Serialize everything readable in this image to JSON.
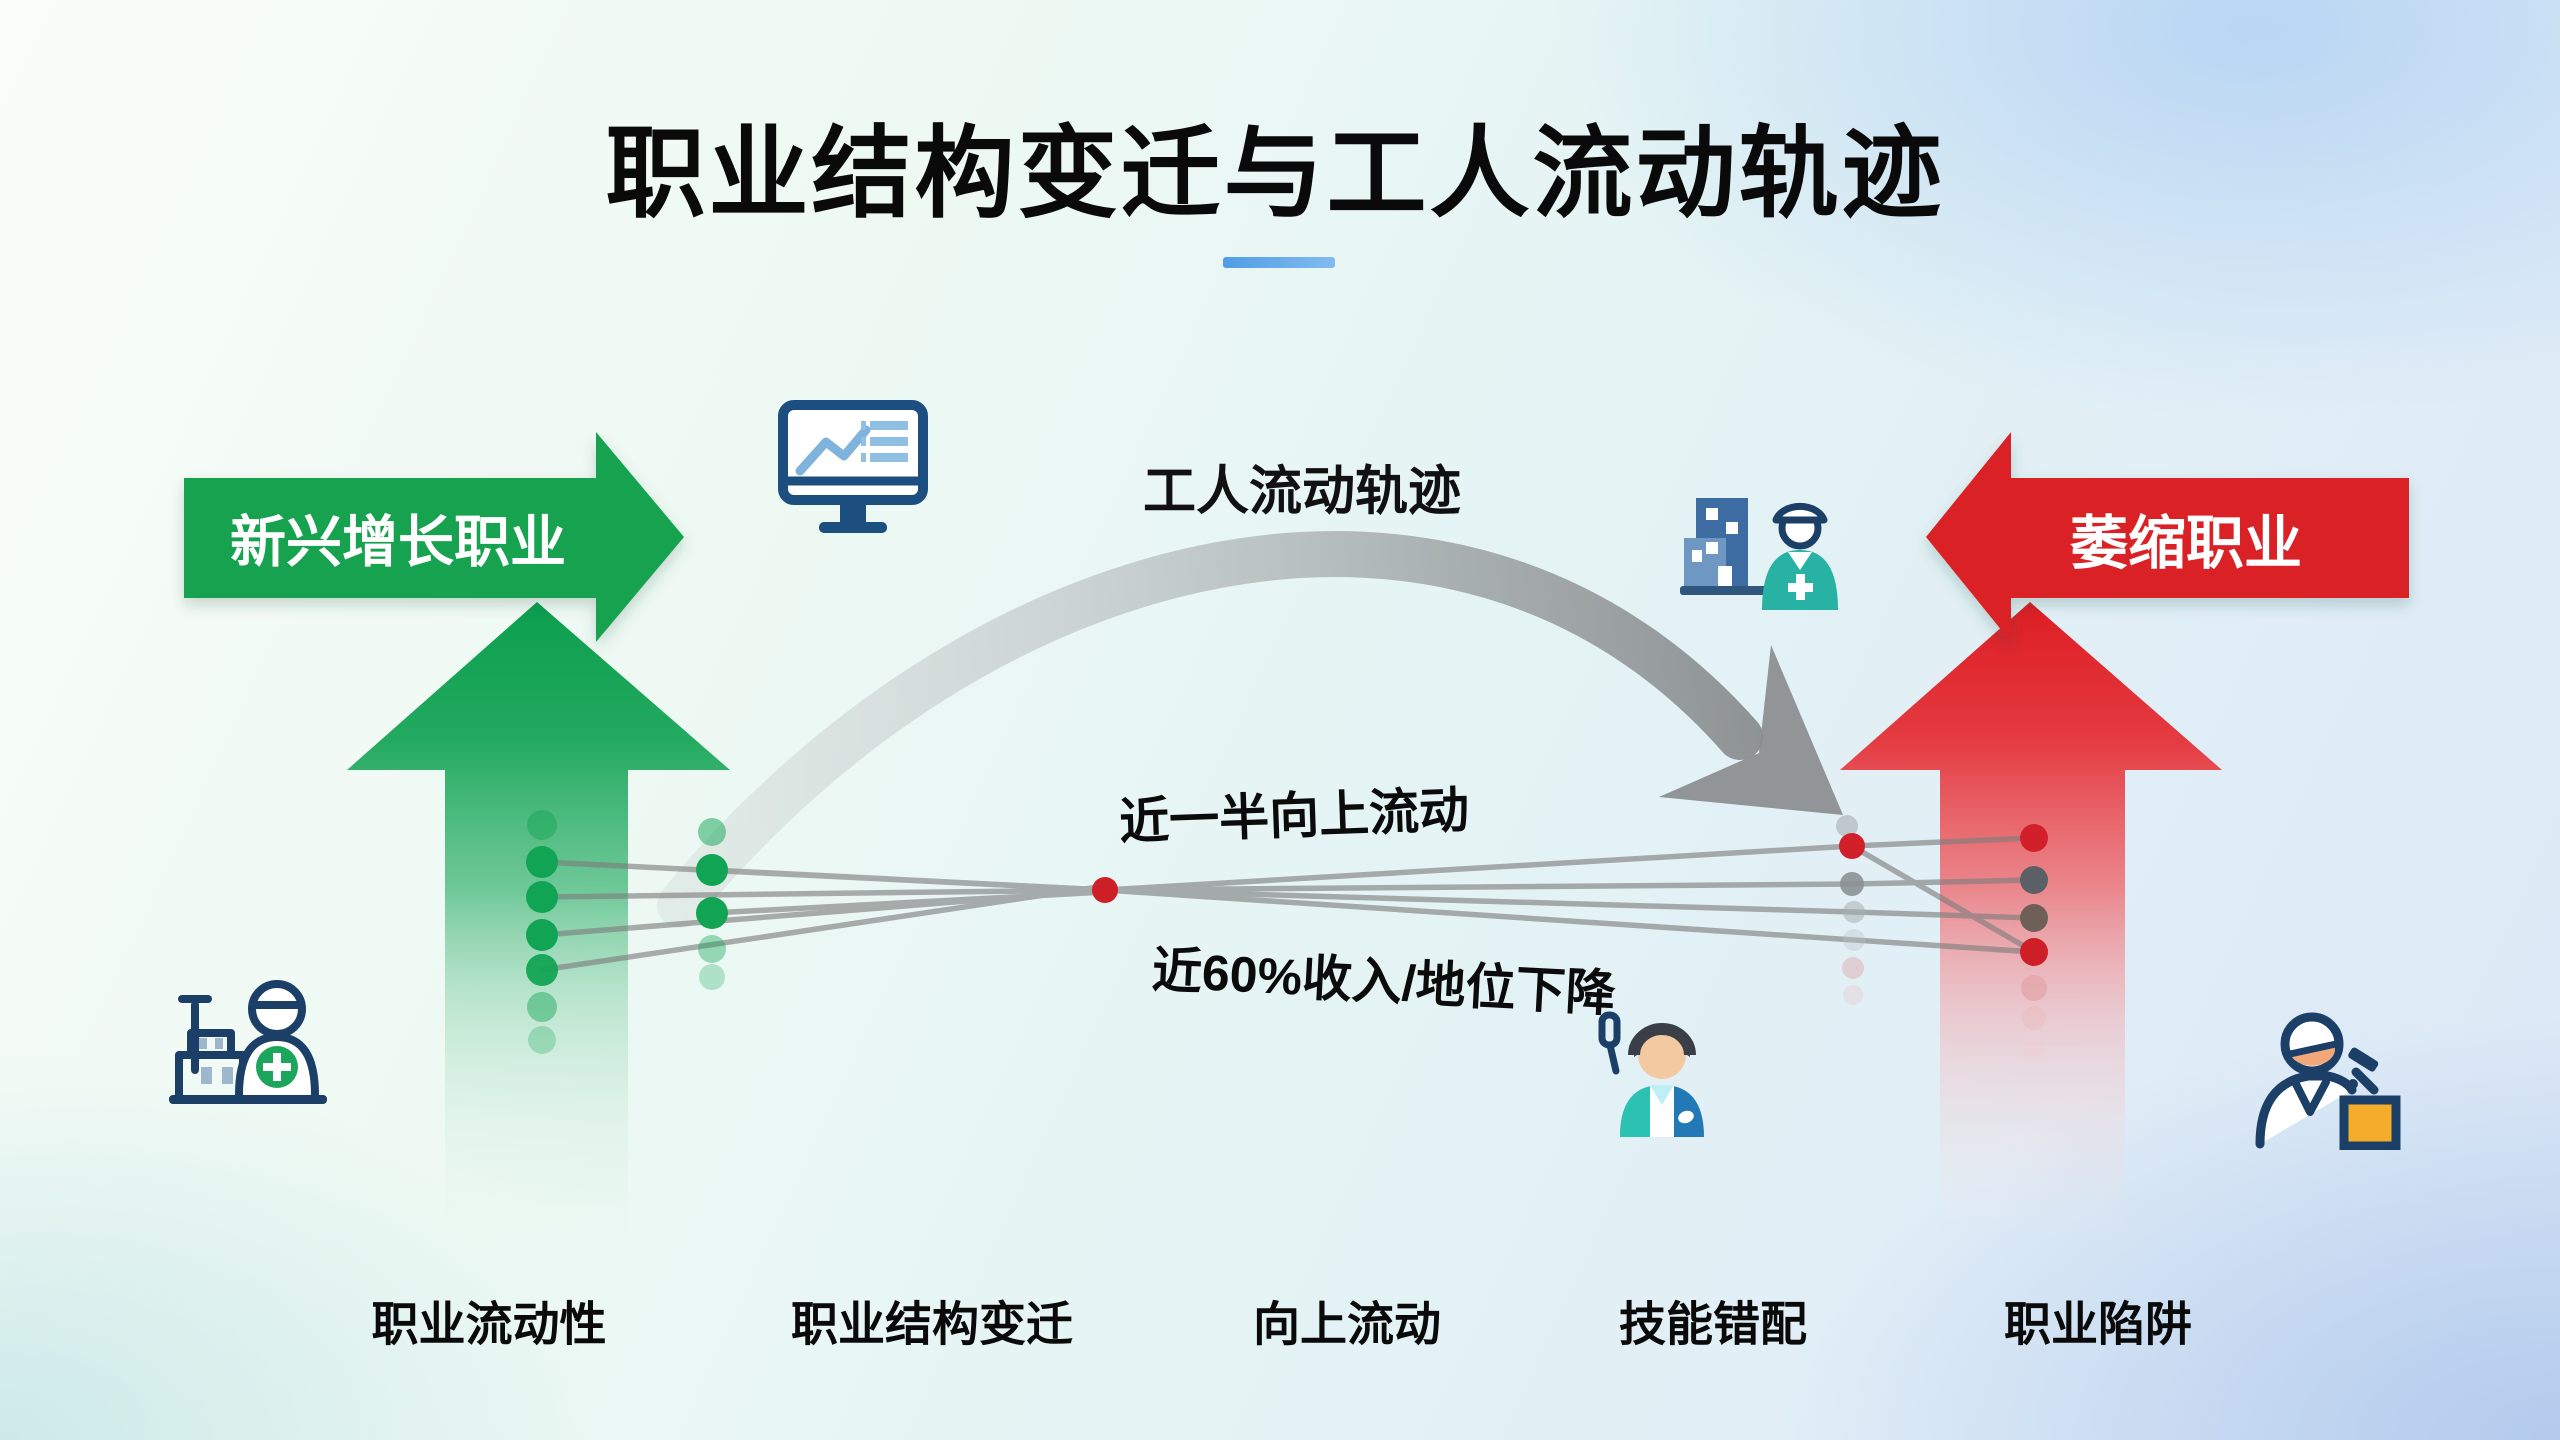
{
  "title": "职业结构变迁与工人流动轨迹",
  "banners": {
    "growth": "新兴增长职业",
    "shrink": "萎缩职业"
  },
  "flow": {
    "arc_label": "工人流动轨迹",
    "upward_stat": "近一半向上流动",
    "downward_stat": "近60%收入/地位下降"
  },
  "bottom_labels": [
    "职业流动性",
    "职业结构变迁",
    "向上流动",
    "技能错配",
    "职业陷阱"
  ],
  "icons": {
    "monitor": "monitor-chart-icon",
    "factory_worker": "factory-worker-icon",
    "buildings_worker": "buildings-worker-icon",
    "technician": "technician-icon",
    "craftsman": "craftsman-icon"
  },
  "colors": {
    "growth_green": "#13a24f",
    "shrink_red": "#da2026",
    "divider_blue": "#5aa2e8",
    "flow_gray": "#7d7d7d",
    "dot_red": "#cf1f26",
    "dot_green": "#12a455",
    "icon_navy": "#1c4e80",
    "icon_teal": "#27b2a4",
    "icon_yellow": "#f3ad2b"
  }
}
